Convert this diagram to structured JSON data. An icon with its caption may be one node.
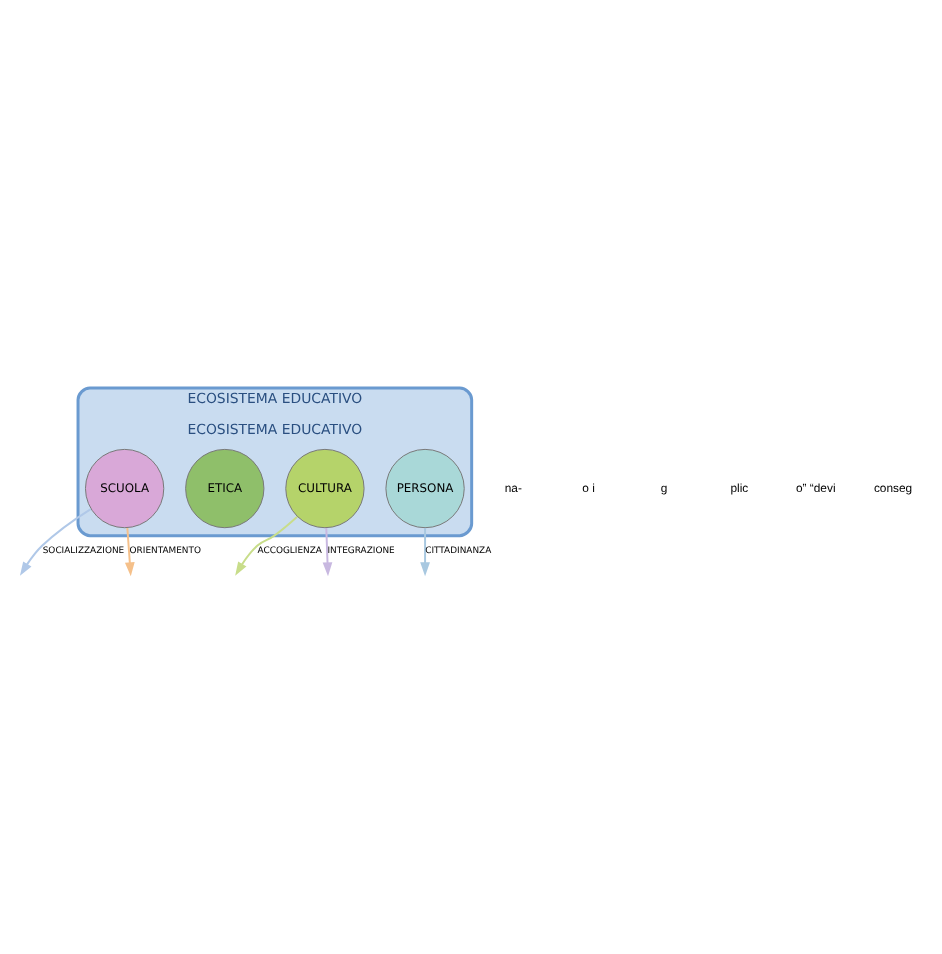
{
  "diagram": {
    "nodes": [
      {
        "text": [
          "ECOSISTEMA EDUCATIVO",
          "ECOSISTEMA EDUCATIVO"
        ]
      },
      {
        "text": [
          "SCUOLA"
        ],
        "in": 0
      },
      {
        "text": [
          "CULTURA"
        ],
        "in": 0
      },
      {
        "text": [
          "ETICA"
        ],
        "in": 0
      },
      {
        "text": [
          "PERSONA"
        ],
        "in": 0
      }
    ],
    "edges": [
      {
        "from": 2,
        "to": null,
        "arrow": "to",
        "label": "ACCOGLIENZA",
        "color": "#c8dd8a"
      },
      {
        "from": 1,
        "to": null,
        "arrow": "to",
        "label": "SOCIALIZZAZIONE",
        "color": "#b0c8e8"
      },
      {
        "from": 1,
        "to": null,
        "arrow": "to",
        "label": "ORIENTAMENTO",
        "color": "#f5c08a"
      },
      {
        "from": 4,
        "to": null,
        "arrow": "to",
        "label": "CITTADINANZA",
        "color": "#a8c8e0"
      },
      {
        "from": 2,
        "to": null,
        "arrow": "to",
        "label": "INTEGRAZIONE",
        "color": "#c8b8e0"
      }
    ],
    "labels": [
      "na-",
      "o i",
      "g",
      "plic",
      "o” “devi",
      "conseg"
    ]
  }
}
